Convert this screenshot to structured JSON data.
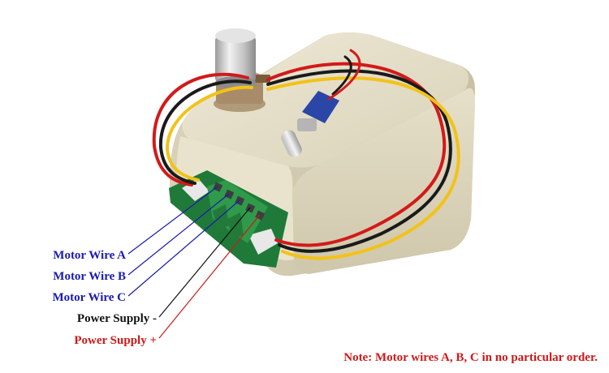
{
  "labels": {
    "motor_wire_a": "Motor Wire A",
    "motor_wire_b": "Motor Wire B",
    "motor_wire_c": "Motor Wire C",
    "power_supply_minus": "Power Supply -",
    "power_supply_plus": "Power Supply +"
  },
  "note": "Note: Motor wires A, B, C in no particular order.",
  "colors": {
    "motor_label": "#1a1ab0",
    "minus_label": "#111111",
    "plus_label": "#d01818",
    "enclosure": "#e2dcc6",
    "pcb": "#1f7a3a",
    "terminal_block": "#2f9a4a"
  }
}
